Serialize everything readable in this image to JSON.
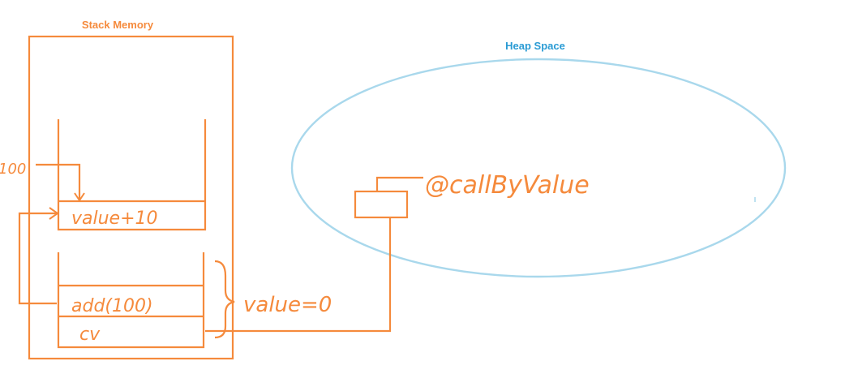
{
  "colors": {
    "stack": "#f58a3c",
    "heap": "#a9d8ec",
    "heap_title": "#2a9bd4"
  },
  "stack": {
    "title": "Stack Memory",
    "frames": [
      {
        "label": "value+10"
      },
      {
        "label": "add(100)"
      },
      {
        "label": "cv"
      }
    ],
    "brace_annotation": "value=0",
    "incoming_value": "100"
  },
  "heap": {
    "title": "Heap Space",
    "object_label": "@callByValue"
  }
}
